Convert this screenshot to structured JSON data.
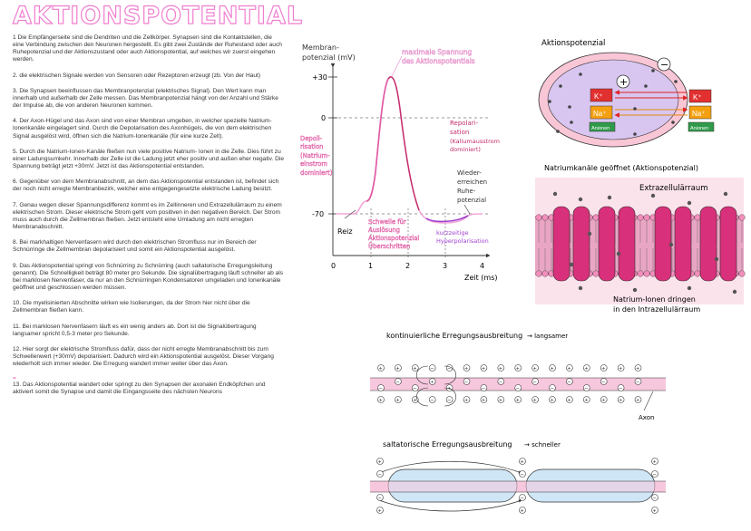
{
  "title": "AKTIONSPOTENTIAL",
  "notes": [
    "1 Die Empfängerseite sind die Dendriten und die Zellkörper. Synapsen sind die Kontaktstellen, die eine Verbindung zwischen den Neuronen hergestellt. Es gibt zwei Zustände der Ruhestand oder auch Ruhepotenzial und der Aktionszustand oder auch Aktionspotential, auf welches wir zuerst eingehen werden.",
    "2. die elektrischen Signale werden von Sensoren oder Rezeptoren erzeugt (zb. Von der Haut)",
    "3. Die Synapsen beeinflussen das Membranpotenzial (elektrisches Signal). Den Wert kann man innerhalb und außerhalb der Zelle messen. Das Membranpotenzial hängt von der Anzahl und Stärke der Impulse ab, die von anderen Neuronen kommen.",
    "4. Der Axon-Hügel und das Axon sind von einer Membran umgeben, in welcher spezielle Natrium-Ionenkanäle eingelagert sind. Durch die Depolarisation des Axonhügels, die von dem elektrischen Signal ausgelöst wird, öffnen sich die Natrium-Ionenkanäle (für eine kurze Zelt).",
    "5. Durch die Natrium-Ionen-Kanäle fließen nun viele positive Natrium- Ionen in die Zelle. Dies führt zu einer Ladungsumkehr. Innerhalb der Zelle ist die Ladung jetzt eher positiv und außen eher negativ. Die Spannung beträgt jetzt +30mV. Jetzt ist das Aktionspotential entstanden.",
    "6. Gegenüber von dem Membranabschnitt, an dem das Aktionspotential entstanden ist, befindet sich der noch nicht erregte Membranbezirk, welcher eine entgegengesetzte elektrische Ladung besitzt.",
    "7. Genau wegen dieser Spannungsdifferenz kommt es im Zellinneren und Extrazellulärraum zu einem elektrischen Strom. Dieser elektrische Strom geht vom positiven in den negativen Bereich. Der Strom muss auch durch die Zellmembran fließen. Jetzt entsteht eine Umladung am nicht erregten Membranabschnitt.",
    "8. Bei markhaltigen Nervenfasern wird durch den elektrischen Stromfluss nur im Bereich der Schnürringe die Zellmembran depolarisiert und somit ein Aktionspotential ausgelöst.",
    "9. Das Aktionspotential springt von Schnürring zu Schnürring (auch saltatorische Erregungsleitung genannt). Die Schnelligkeit beträgt 80 meter pro Sekunde. Die signalübertragung läuft schneller ab als bei marklosen Nervenfaser, da nur an den Schnürringen Kondensatoren umgeladen und Ionenkanäle geöffnet und geschlossen werden müssen.",
    "10. Die myelisinierten Abschnitte wirken wie Isolierungen, da der Strom hier nicht über die Zellmembran fließen kann.",
    "11. Bei marklosen Nervenfasern läuft es ein wenig anders ab. Dort ist die Signalübertragung langsamer spricht 0,5-3 meter pro Sekunde.",
    "12. Hier sorgt der elektrische Stromfluss dafür, dass der nicht erregte Membranabschnitt bis zum Schwellenwert (+30mV) depolarisiert. Dadurch wird ein Aktionspotential ausgelöst. Dieser Vorgang wiederholt sich immer wieder. Die Erregung wandert immer weiter über das Axon.",
    "13. Das Aktionspotential wandert oder springt zu den Synapsen der axonalen Endköpfchen und aktiviert somit die Synapse und damit die Eingangsseite des nächsten Neurons"
  ],
  "equals_mark": "=",
  "graph": {
    "ylabel_1": "Membran-",
    "ylabel_2": "potenzial (mV)",
    "xlabel": "Zeit (ms)",
    "y_ticks": [
      "+30",
      "0",
      "-70"
    ],
    "x_ticks": [
      "0",
      "1",
      "2",
      "3",
      "4"
    ],
    "reiz": "Reiz",
    "max_1": "maximale Spannung",
    "max_2": "des Aktionspotentials",
    "depol": [
      "Depoli-",
      "risation",
      "(Natrium-",
      "einstrom",
      "dominiert)"
    ],
    "repol": [
      "Repolari-",
      "sation",
      "(Kaliumausstrom",
      "dominiert)"
    ],
    "ruhe": [
      "Wieder-",
      "erreichen",
      "Ruhe-",
      "potenzial"
    ],
    "schwelle": [
      "Schwelle für",
      "Auslösung",
      "Aktionspotenzial",
      "Überschritten"
    ],
    "hyper": [
      "kurzzeitige",
      "Hyperpolarisation"
    ],
    "colors": {
      "curve": "#f2a7d8",
      "depol": "#e05aa3",
      "repol": "#c42a6a",
      "hyper": "#a03fd0",
      "outline": "#e58bc8"
    }
  },
  "cell": {
    "title": "Aktionspotenzial",
    "plus": "+",
    "minus": "−",
    "k_label": "K⁺",
    "na_label": "Na⁺",
    "anion": "Anionen"
  },
  "channels": {
    "title": "Natriumkanäle geöffnet (Aktionspotenzial)",
    "extra": "Extrazellulärraum",
    "caption_1": "Natrium-Ionen dringen",
    "caption_2": "in den Intrazellulärraum"
  },
  "continuous": {
    "title": "kontinuierliche Erregungsausbreitung",
    "arrow_note": "→ langsamer",
    "axon": "Axon"
  },
  "saltatory": {
    "title": "saltatorische Erregungsausbreitung",
    "arrow_note": "→ schneller"
  }
}
